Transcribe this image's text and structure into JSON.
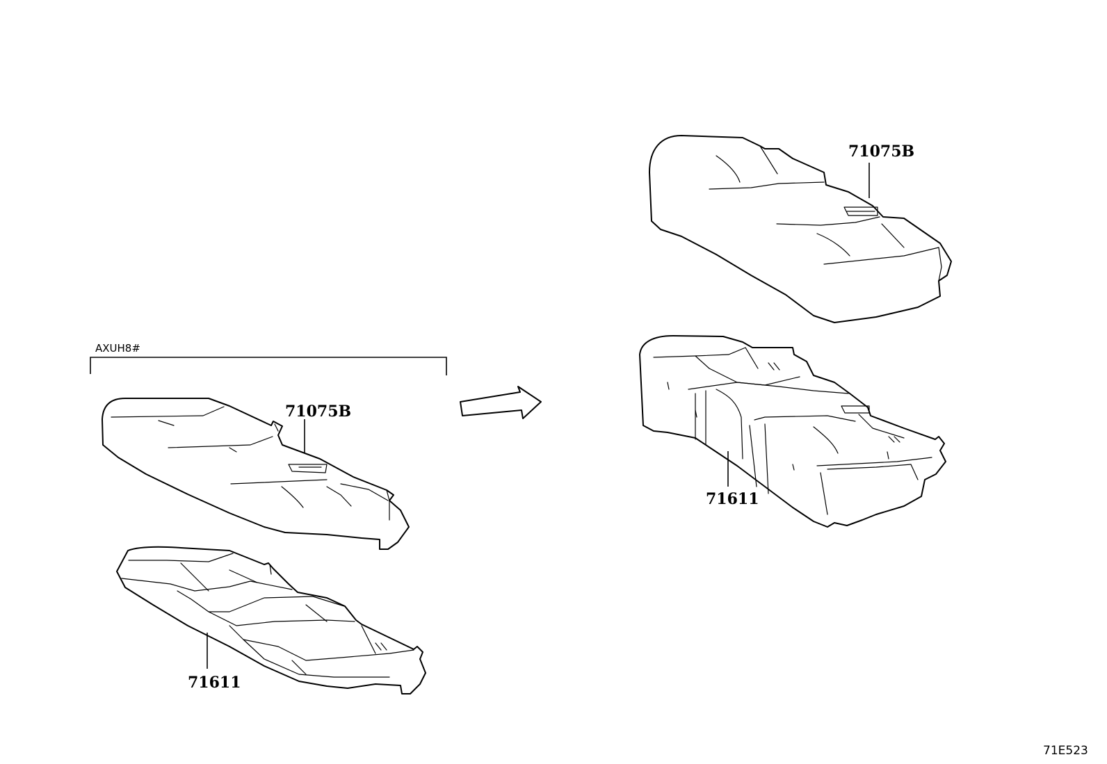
{
  "diagram": {
    "variant_label": "AXUH8#",
    "figure_number": "71E523",
    "left_group": {
      "cover_part_no": "71075B",
      "pad_part_no": "71611"
    },
    "right_group": {
      "cover_part_no": "71075B",
      "pad_part_no": "71611"
    },
    "arrow_icon": "right-arrow-icon"
  }
}
